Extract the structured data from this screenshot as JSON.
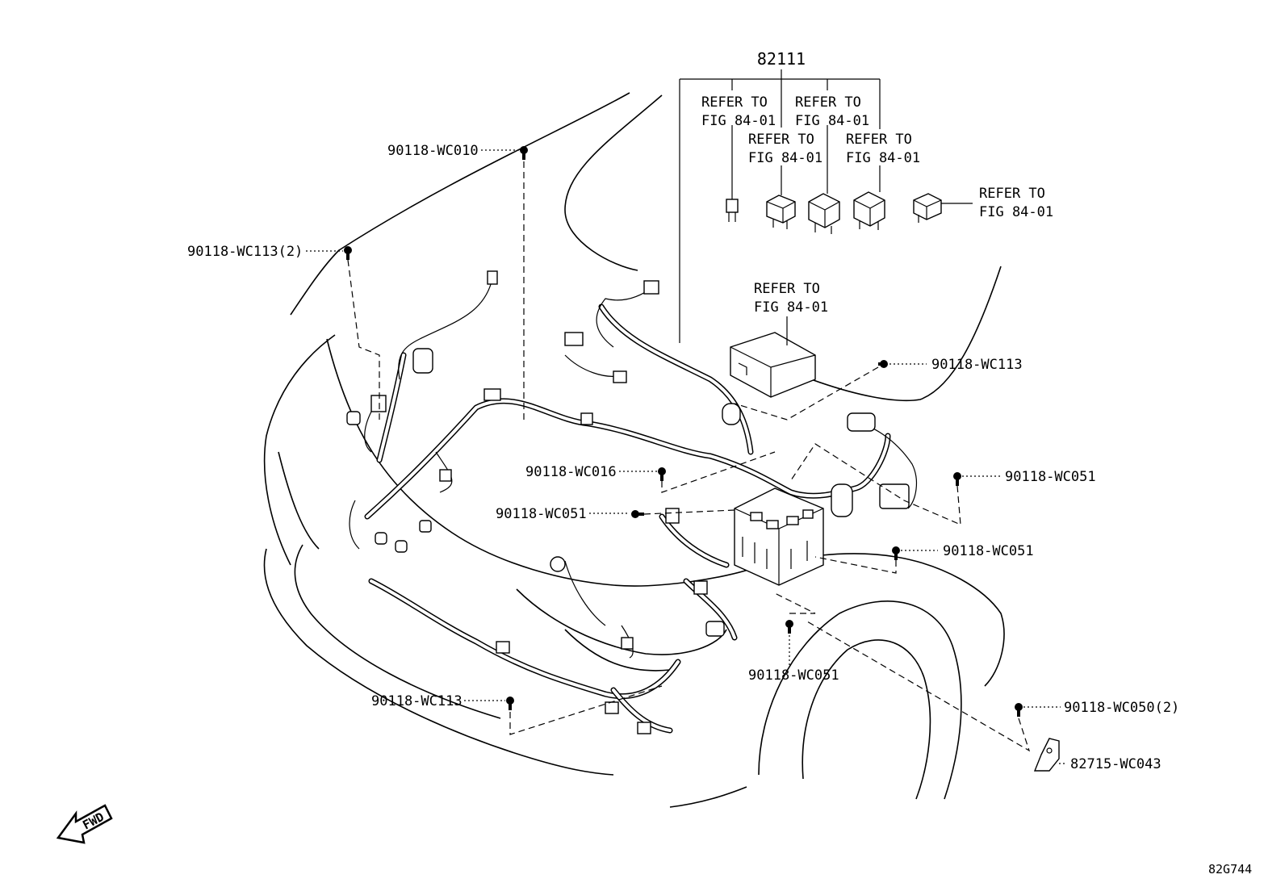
{
  "diagram": {
    "part_main": "82111",
    "refer_labels": [
      {
        "line1": "REFER TO",
        "line2": "FIG 84-01"
      },
      {
        "line1": "REFER TO",
        "line2": "FIG 84-01"
      },
      {
        "line1": "REFER TO",
        "line2": "FIG 84-01"
      },
      {
        "line1": "REFER TO",
        "line2": "FIG 84-01"
      },
      {
        "line1": "REFER TO",
        "line2": "FIG 84-01"
      },
      {
        "line1": "REFER TO",
        "line2": "FIG 84-01"
      }
    ],
    "callouts": [
      "90118-WC010",
      "90118-WC113(2)",
      "90118-WC113",
      "90118-WC016",
      "90118-WC051",
      "90118-WC051",
      "90118-WC051",
      "90118-WC051",
      "90118-WC113",
      "90118-WC050(2)",
      "82715-WC043"
    ],
    "fwd_label": "FWD",
    "drawing_code": "82G744"
  }
}
